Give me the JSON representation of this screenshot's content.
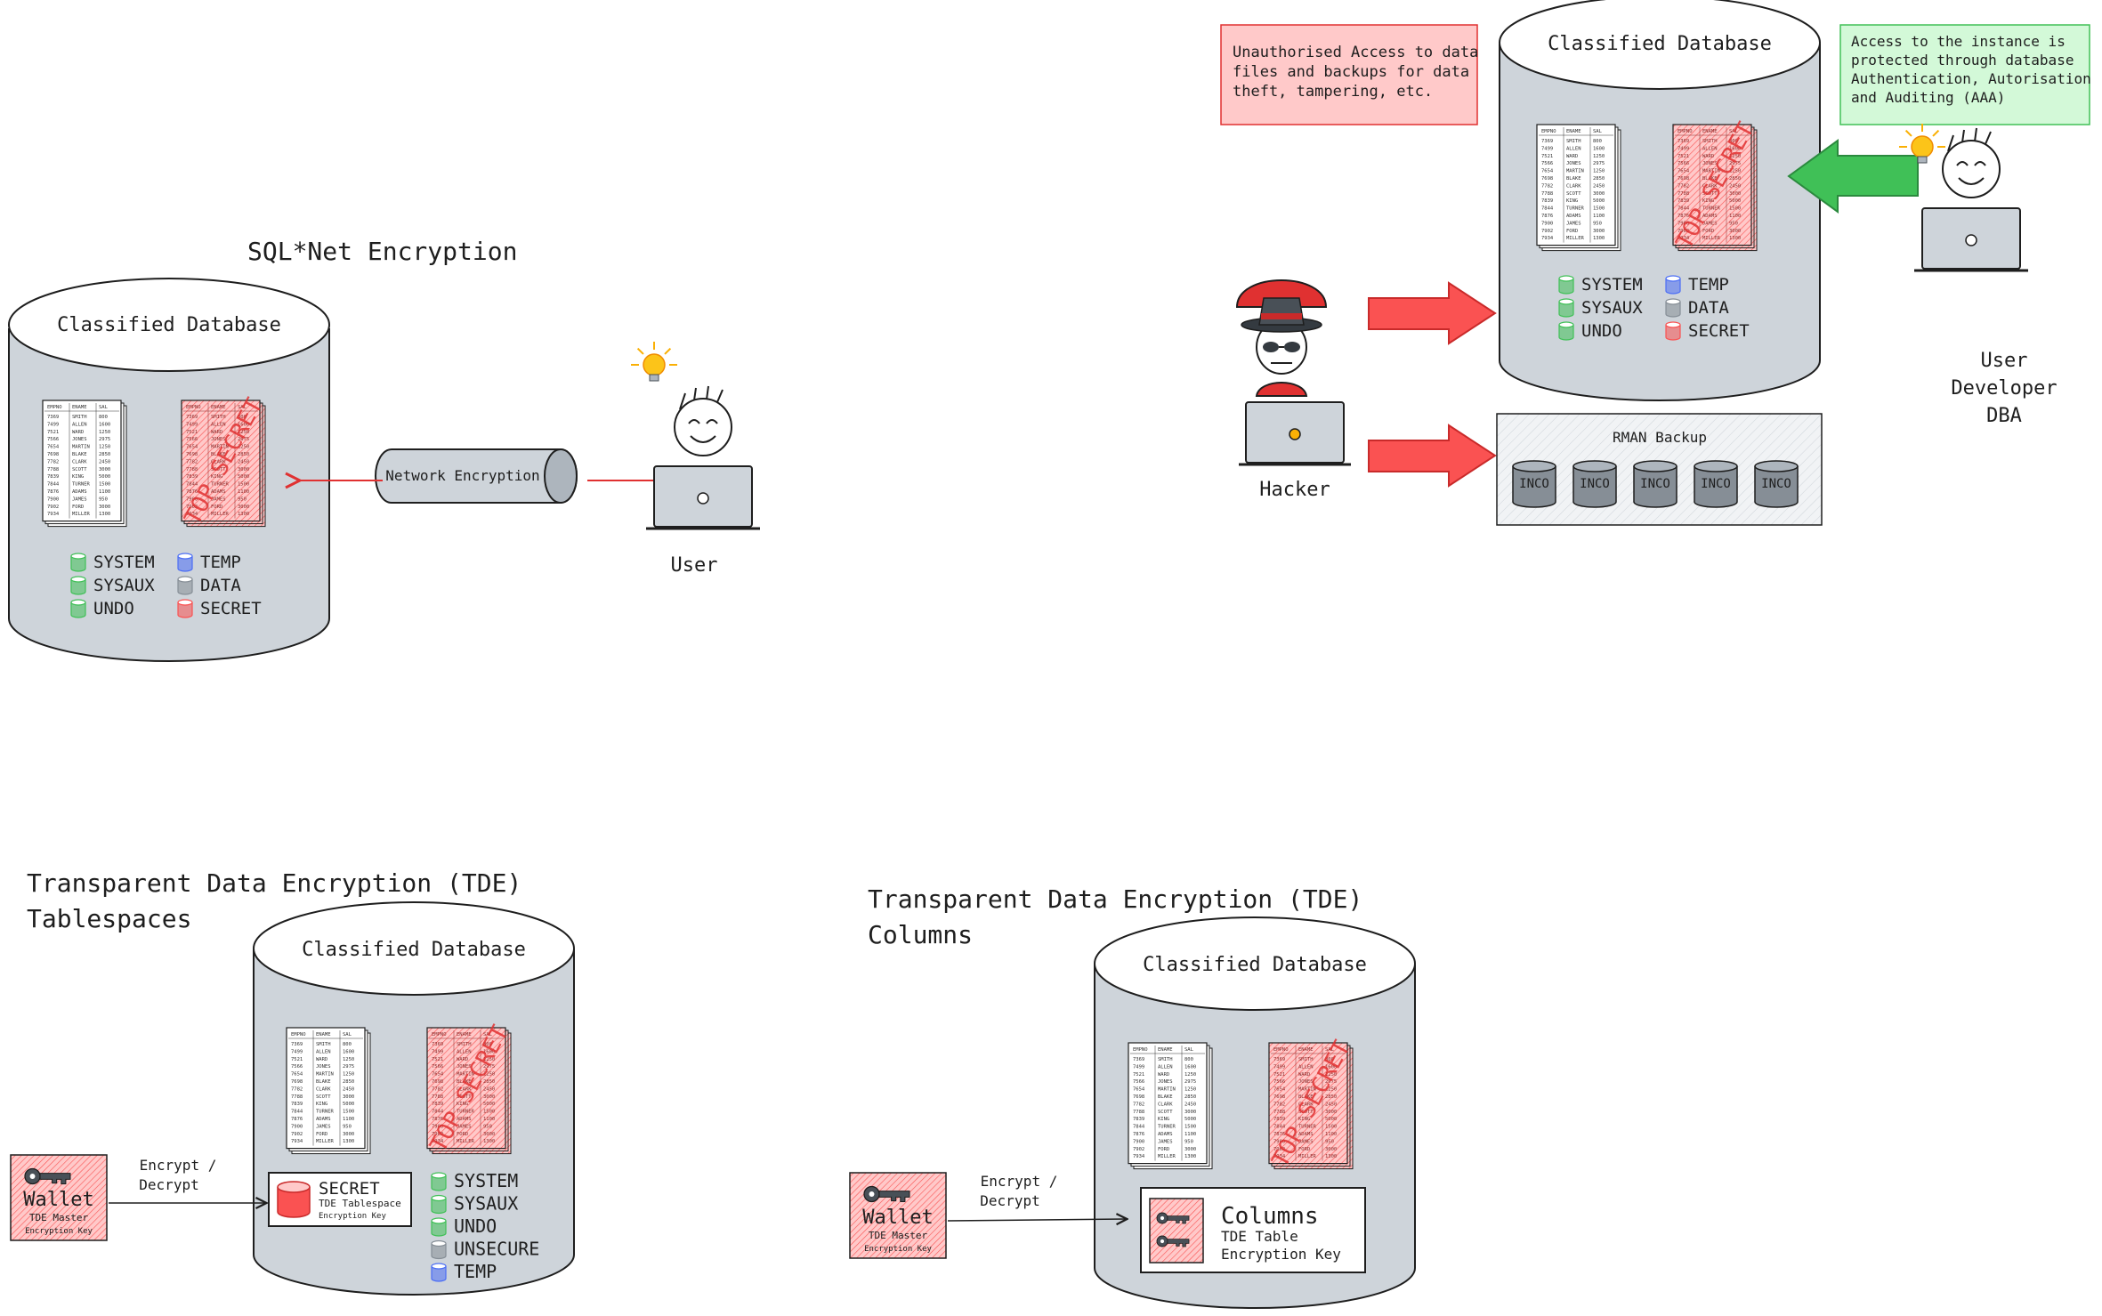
{
  "db_title": "Classified Database",
  "stamp_text": "TOP SECRET",
  "table_headers": [
    "EMPNO",
    "ENAME",
    "SAL"
  ],
  "table_rows": [
    [
      "7369",
      "SMITH",
      "800"
    ],
    [
      "7499",
      "ALLEN",
      "1600"
    ],
    [
      "7521",
      "WARD",
      "1250"
    ],
    [
      "7566",
      "JONES",
      "2975"
    ],
    [
      "7654",
      "MARTIN",
      "1250"
    ],
    [
      "7698",
      "BLAKE",
      "2850"
    ],
    [
      "7782",
      "CLARK",
      "2450"
    ],
    [
      "7788",
      "SCOTT",
      "3000"
    ],
    [
      "7839",
      "KING",
      "5000"
    ],
    [
      "7844",
      "TURNER",
      "1500"
    ],
    [
      "7876",
      "ADAMS",
      "1100"
    ],
    [
      "7900",
      "JAMES",
      "950"
    ],
    [
      "7902",
      "FORD",
      "3000"
    ],
    [
      "7934",
      "MILLER",
      "1300"
    ]
  ],
  "colors": {
    "green": "#40c057",
    "blue": "#4c6ef5",
    "grey": "#868e96",
    "red": "#fa5252",
    "db_fill": "#ced4da",
    "pink": "#ffc9c9",
    "lightgreen": "#d3f9d8",
    "hacker_red": "#e03131"
  },
  "sqlnet": {
    "heading": "SQL*Net Encryption",
    "tablespaces": [
      {
        "label": "SYSTEM",
        "color": "green"
      },
      {
        "label": "TEMP",
        "color": "blue"
      },
      {
        "label": "SYSAUX",
        "color": "green"
      },
      {
        "label": "DATA",
        "color": "grey"
      },
      {
        "label": "UNDO",
        "color": "green"
      },
      {
        "label": "SECRET",
        "color": "red"
      }
    ],
    "tunnel_label": "Network Encryption",
    "user_label": "User"
  },
  "threat": {
    "note_red": [
      "Unauthorised Access to data",
      "files and backups for data",
      "theft, tampering, etc."
    ],
    "note_green": [
      "Access to the instance is",
      "protected through database",
      "Authentication, Autorisation",
      "and Auditing (AAA)"
    ],
    "tablespaces": [
      {
        "label": "SYSTEM",
        "color": "green"
      },
      {
        "label": "TEMP",
        "color": "blue"
      },
      {
        "label": "SYSAUX",
        "color": "green"
      },
      {
        "label": "DATA",
        "color": "grey"
      },
      {
        "label": "UNDO",
        "color": "green"
      },
      {
        "label": "SECRET",
        "color": "red"
      }
    ],
    "hacker_label": "Hacker",
    "user_labels": [
      "User",
      "Developer",
      "DBA"
    ],
    "backup_label": "RMAN Backup",
    "backup_items": [
      "INCO",
      "INCO",
      "INCO",
      "INCO",
      "INCO"
    ]
  },
  "tde_ts": {
    "heading": [
      "Transparent Data Encryption (TDE)",
      "Tablespaces"
    ],
    "wallet": {
      "title": "Wallet",
      "lines": [
        "TDE Master",
        "Encryption Key"
      ]
    },
    "arrow_label": [
      "Encrypt /",
      "Decrypt"
    ],
    "secret_box": {
      "title": "SECRET",
      "lines": [
        "TDE Tablespace",
        "Encryption Key"
      ]
    },
    "tablespaces": [
      {
        "label": "SYSTEM",
        "color": "green"
      },
      {
        "label": "SYSAUX",
        "color": "green"
      },
      {
        "label": "UNDO",
        "color": "green"
      },
      {
        "label": "UNSECURE",
        "color": "grey"
      },
      {
        "label": "TEMP",
        "color": "blue"
      }
    ]
  },
  "tde_col": {
    "heading": [
      "Transparent Data Encryption (TDE)",
      "Columns"
    ],
    "wallet": {
      "title": "Wallet",
      "lines": [
        "TDE Master",
        "Encryption Key"
      ]
    },
    "arrow_label": [
      "Encrypt /",
      "Decrypt"
    ],
    "columns_box": {
      "title": "Columns",
      "lines": [
        "TDE Table",
        "Encryption Key"
      ]
    }
  }
}
